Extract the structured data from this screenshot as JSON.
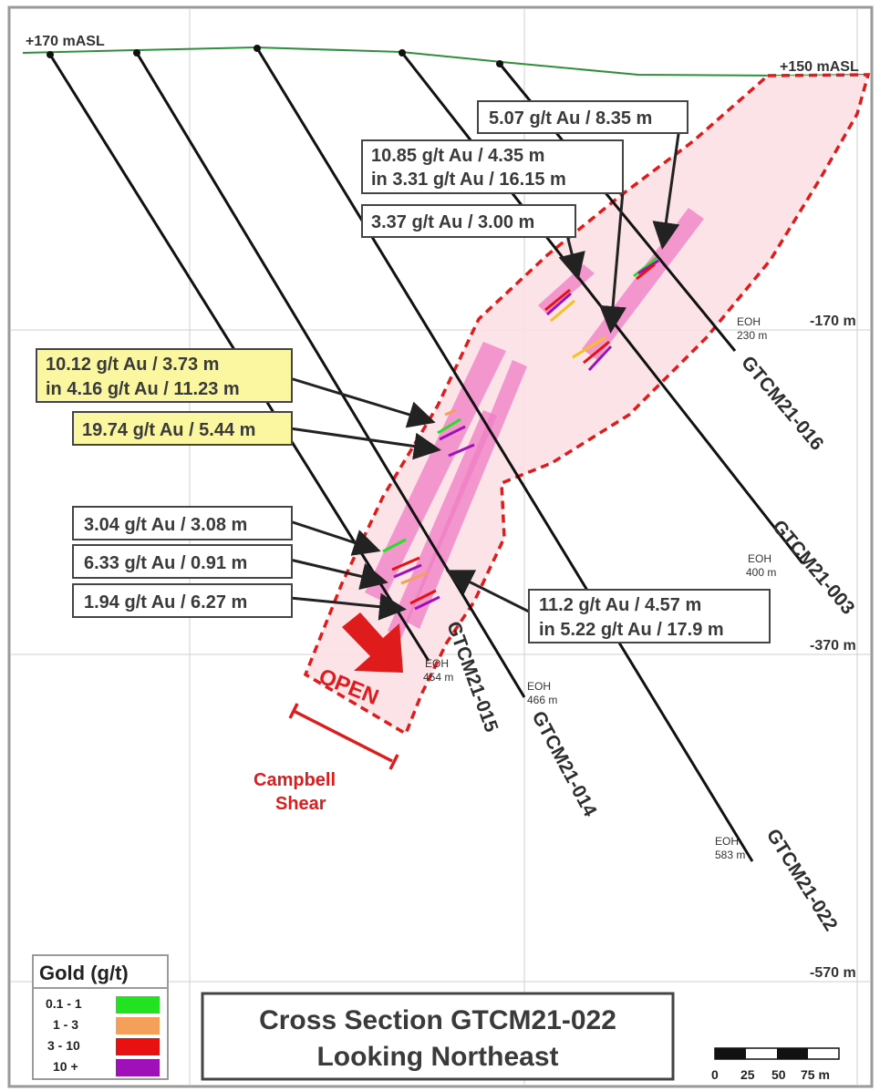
{
  "elevations": {
    "top_left": "+170  mASL",
    "top_right": "+150  mASL",
    "e1": "-170  m",
    "e2": "-370  m",
    "e3": "-570  m"
  },
  "holes": [
    {
      "id": "GTCM21-016",
      "eoh": "EOH",
      "depth": "230 m"
    },
    {
      "id": "GTCM21-003",
      "eoh": "EOH",
      "depth": "400 m"
    },
    {
      "id": "GTCM21-015",
      "eoh": "EOH",
      "depth": "454 m"
    },
    {
      "id": "GTCM21-014",
      "eoh": "EOH",
      "depth": "466 m"
    },
    {
      "id": "GTCM21-022",
      "eoh": "EOH",
      "depth": "583 m"
    }
  ],
  "intercepts": [
    {
      "line1": "5.07 g/t Au / 8.35 m",
      "line2": "",
      "highlight": false
    },
    {
      "line1": "10.85 g/t Au / 4.35 m",
      "line2": "in 3.31 g/t Au / 16.15 m",
      "highlight": false
    },
    {
      "line1": "3.37 g/t Au / 3.00 m",
      "line2": "",
      "highlight": false
    },
    {
      "line1": "10.12 g/t Au / 3.73 m",
      "line2": "in 4.16 g/t Au / 11.23 m",
      "highlight": true
    },
    {
      "line1": "19.74 g/t Au / 5.44 m",
      "line2": "",
      "highlight": true
    },
    {
      "line1": "3.04 g/t Au / 3.08 m",
      "line2": "",
      "highlight": false
    },
    {
      "line1": "6.33 g/t Au / 0.91 m",
      "line2": "",
      "highlight": false
    },
    {
      "line1": "1.94 g/t Au / 6.27 m",
      "line2": "",
      "highlight": false
    },
    {
      "line1": "11.2 g/t Au / 4.57 m",
      "line2": "in 5.22 g/t Au / 17.9 m",
      "highlight": false
    }
  ],
  "open_label": "OPEN",
  "shear_label": {
    "line1": "Campbell",
    "line2": "Shear"
  },
  "legend": {
    "title": "Gold (g/t)",
    "items": [
      {
        "label": "0.1 - 1",
        "color": "#22e222"
      },
      {
        "label": "1 - 3",
        "color": "#f5a05a"
      },
      {
        "label": "3 - 10",
        "color": "#e81010"
      },
      {
        "label": "10 +",
        "color": "#a010b8"
      }
    ]
  },
  "title": {
    "line1": "Cross Section GTCM21-022",
    "line2": "Looking Northeast"
  },
  "scale": {
    "ticks": [
      "0",
      "25",
      "50",
      "75 m"
    ]
  },
  "colors": {
    "zone_fill": "#fbe0e6",
    "zone_outline": "#e01b1b",
    "vein": "#f07cc4",
    "topo": "#2f8f3a",
    "highlight_box": "#fbf7a0"
  }
}
